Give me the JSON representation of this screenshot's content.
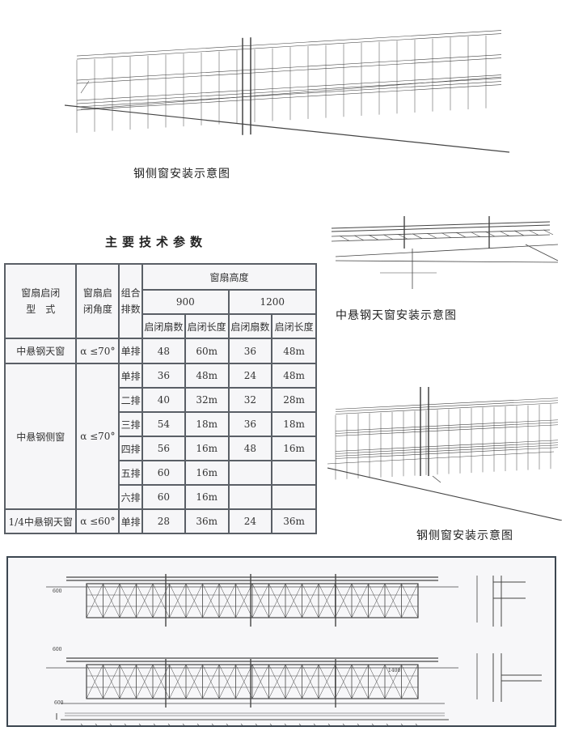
{
  "top_drawing_caption": "钢侧窗安装示意图",
  "table_title": "主要技术参数",
  "table": {
    "headers": {
      "type": "窗扇启闭型 式",
      "type_line1": "窗扇启闭",
      "type_line2": "型　式",
      "angle_line1": "窗扇启",
      "angle_line2": "闭角度",
      "rows_line1": "组合",
      "rows_line2": "排数",
      "height": "窗扇高度",
      "h900": "900",
      "h1200": "1200",
      "count": "启闭扇数",
      "length": "启闭长度"
    },
    "groups": [
      {
        "type": "中悬钢天窗",
        "angle": "α ≤70°",
        "rows": [
          {
            "arrangement": "单排",
            "c900": "48",
            "l900": "60m",
            "c1200": "36",
            "l1200": "48m"
          }
        ]
      },
      {
        "type": "中悬钢侧窗",
        "angle": "α ≤70°",
        "rows": [
          {
            "arrangement": "单排",
            "c900": "36",
            "l900": "48m",
            "c1200": "24",
            "l1200": "48m"
          },
          {
            "arrangement": "二排",
            "c900": "40",
            "l900": "32m",
            "c1200": "32",
            "l1200": "28m"
          },
          {
            "arrangement": "三排",
            "c900": "54",
            "l900": "18m",
            "c1200": "36",
            "l1200": "18m"
          },
          {
            "arrangement": "四排",
            "c900": "56",
            "l900": "16m",
            "c1200": "48",
            "l1200": "16m"
          },
          {
            "arrangement": "五排",
            "c900": "60",
            "l900": "16m",
            "c1200": "",
            "l1200": ""
          },
          {
            "arrangement": "六排",
            "c900": "60",
            "l900": "16m",
            "c1200": "",
            "l1200": ""
          }
        ]
      },
      {
        "type": "1/4中悬钢天窗",
        "angle": "α ≤60°",
        "rows": [
          {
            "arrangement": "单排",
            "c900": "28",
            "l900": "36m",
            "c1200": "24",
            "l1200": "36m"
          }
        ]
      }
    ]
  },
  "skylight_caption": "中悬钢天窗安装示意图",
  "side_window_caption": "钢侧窗安装示意图",
  "bottom_drawing": {
    "dims": [
      "600",
      "600",
      "600",
      "1400"
    ]
  }
}
